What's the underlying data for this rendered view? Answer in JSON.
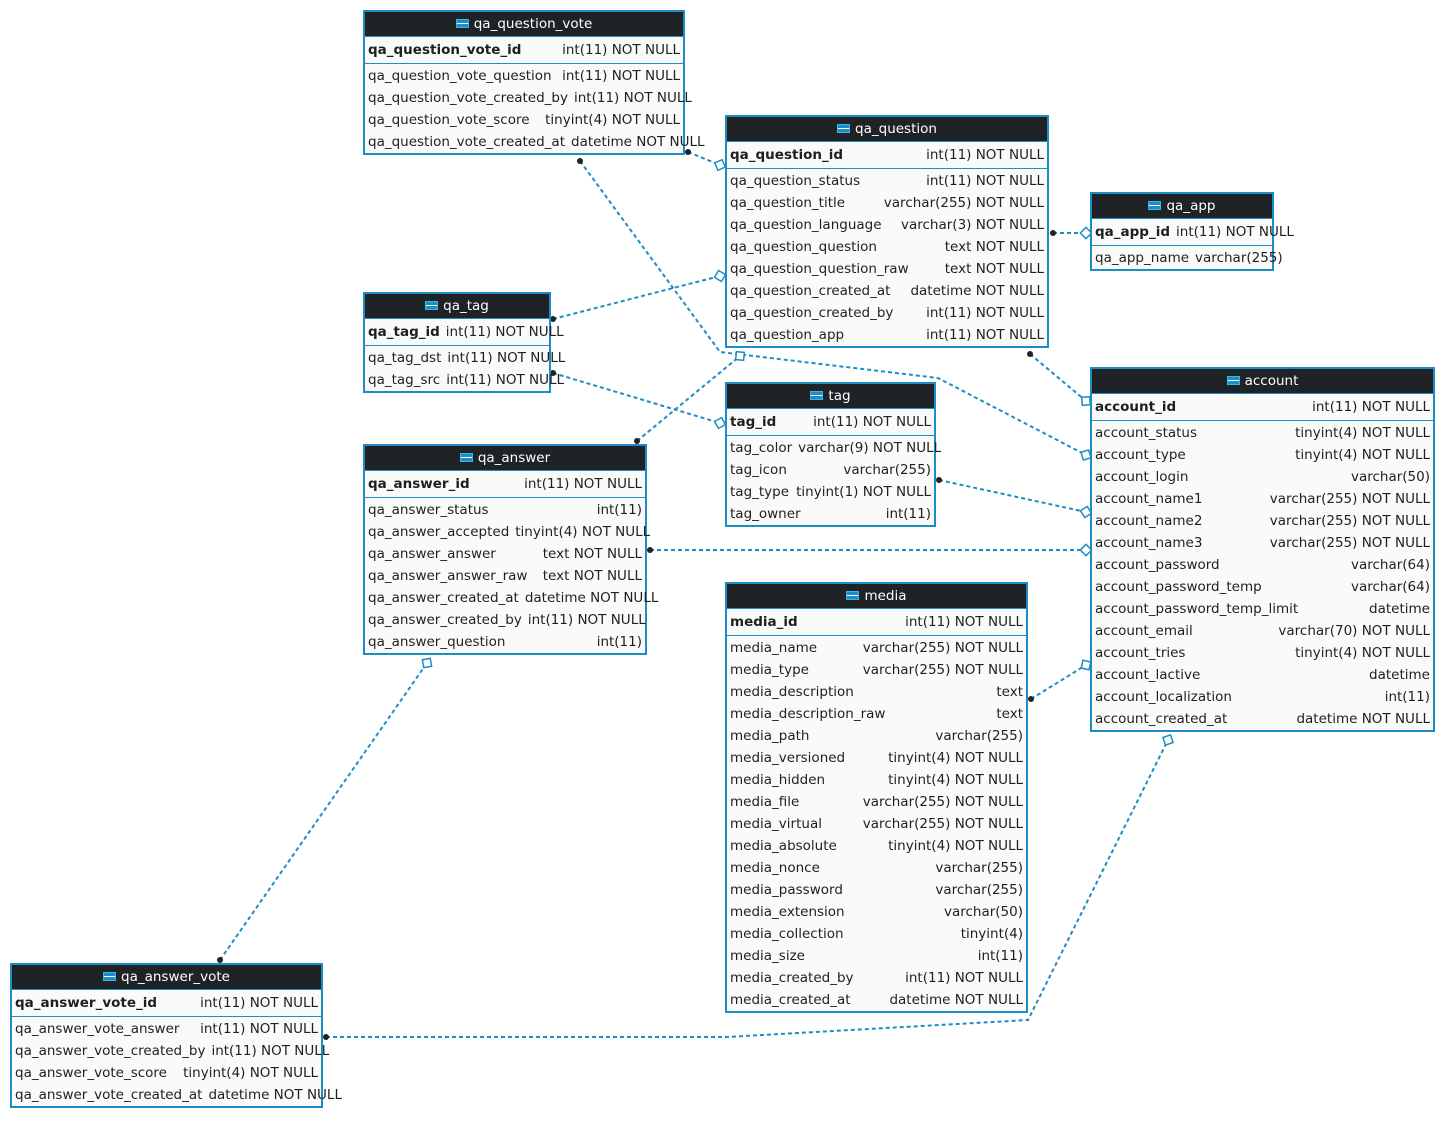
{
  "tables": {
    "qa_question_vote": {
      "name": "qa_question_vote",
      "pk": {
        "name": "qa_question_vote_id",
        "type": "int(11) NOT NULL"
      },
      "columns": [
        {
          "name": "qa_question_vote_question",
          "type": "int(11) NOT NULL"
        },
        {
          "name": "qa_question_vote_created_by",
          "type": "int(11) NOT NULL"
        },
        {
          "name": "qa_question_vote_score",
          "type": "tinyint(4) NOT NULL"
        },
        {
          "name": "qa_question_vote_created_at",
          "type": "datetime NOT NULL"
        }
      ]
    },
    "qa_question": {
      "name": "qa_question",
      "pk": {
        "name": "qa_question_id",
        "type": "int(11) NOT NULL"
      },
      "columns": [
        {
          "name": "qa_question_status",
          "type": "int(11) NOT NULL"
        },
        {
          "name": "qa_question_title",
          "type": "varchar(255) NOT NULL"
        },
        {
          "name": "qa_question_language",
          "type": "varchar(3) NOT NULL"
        },
        {
          "name": "qa_question_question",
          "type": "text NOT NULL"
        },
        {
          "name": "qa_question_question_raw",
          "type": "text NOT NULL"
        },
        {
          "name": "qa_question_created_at",
          "type": "datetime NOT NULL"
        },
        {
          "name": "qa_question_created_by",
          "type": "int(11) NOT NULL"
        },
        {
          "name": "qa_question_app",
          "type": "int(11) NOT NULL"
        }
      ]
    },
    "qa_app": {
      "name": "qa_app",
      "pk": {
        "name": "qa_app_id",
        "type": "int(11) NOT NULL"
      },
      "columns": [
        {
          "name": "qa_app_name",
          "type": "varchar(255)"
        }
      ]
    },
    "qa_tag": {
      "name": "qa_tag",
      "pk": {
        "name": "qa_tag_id",
        "type": "int(11) NOT NULL"
      },
      "columns": [
        {
          "name": "qa_tag_dst",
          "type": "int(11) NOT NULL"
        },
        {
          "name": "qa_tag_src",
          "type": "int(11) NOT NULL"
        }
      ]
    },
    "tag": {
      "name": "tag",
      "pk": {
        "name": "tag_id",
        "type": "int(11) NOT NULL"
      },
      "columns": [
        {
          "name": "tag_color",
          "type": "varchar(9) NOT NULL"
        },
        {
          "name": "tag_icon",
          "type": "varchar(255)"
        },
        {
          "name": "tag_type",
          "type": "tinyint(1) NOT NULL"
        },
        {
          "name": "tag_owner",
          "type": "int(11)"
        }
      ]
    },
    "account": {
      "name": "account",
      "pk": {
        "name": "account_id",
        "type": "int(11) NOT NULL"
      },
      "columns": [
        {
          "name": "account_status",
          "type": "tinyint(4) NOT NULL"
        },
        {
          "name": "account_type",
          "type": "tinyint(4) NOT NULL"
        },
        {
          "name": "account_login",
          "type": "varchar(50)"
        },
        {
          "name": "account_name1",
          "type": "varchar(255) NOT NULL"
        },
        {
          "name": "account_name2",
          "type": "varchar(255) NOT NULL"
        },
        {
          "name": "account_name3",
          "type": "varchar(255) NOT NULL"
        },
        {
          "name": "account_password",
          "type": "varchar(64)"
        },
        {
          "name": "account_password_temp",
          "type": "varchar(64)"
        },
        {
          "name": "account_password_temp_limit",
          "type": "datetime"
        },
        {
          "name": "account_email",
          "type": "varchar(70) NOT NULL"
        },
        {
          "name": "account_tries",
          "type": "tinyint(4) NOT NULL"
        },
        {
          "name": "account_lactive",
          "type": "datetime"
        },
        {
          "name": "account_localization",
          "type": "int(11)"
        },
        {
          "name": "account_created_at",
          "type": "datetime NOT NULL"
        }
      ]
    },
    "qa_answer": {
      "name": "qa_answer",
      "pk": {
        "name": "qa_answer_id",
        "type": "int(11) NOT NULL"
      },
      "columns": [
        {
          "name": "qa_answer_status",
          "type": "int(11)"
        },
        {
          "name": "qa_answer_accepted",
          "type": "tinyint(4) NOT NULL"
        },
        {
          "name": "qa_answer_answer",
          "type": "text NOT NULL"
        },
        {
          "name": "qa_answer_answer_raw",
          "type": "text NOT NULL"
        },
        {
          "name": "qa_answer_created_at",
          "type": "datetime NOT NULL"
        },
        {
          "name": "qa_answer_created_by",
          "type": "int(11) NOT NULL"
        },
        {
          "name": "qa_answer_question",
          "type": "int(11)"
        }
      ]
    },
    "media": {
      "name": "media",
      "pk": {
        "name": "media_id",
        "type": "int(11) NOT NULL"
      },
      "columns": [
        {
          "name": "media_name",
          "type": "varchar(255) NOT NULL"
        },
        {
          "name": "media_type",
          "type": "varchar(255) NOT NULL"
        },
        {
          "name": "media_description",
          "type": "text"
        },
        {
          "name": "media_description_raw",
          "type": "text"
        },
        {
          "name": "media_path",
          "type": "varchar(255)"
        },
        {
          "name": "media_versioned",
          "type": "tinyint(4) NOT NULL"
        },
        {
          "name": "media_hidden",
          "type": "tinyint(4) NOT NULL"
        },
        {
          "name": "media_file",
          "type": "varchar(255) NOT NULL"
        },
        {
          "name": "media_virtual",
          "type": "varchar(255) NOT NULL"
        },
        {
          "name": "media_absolute",
          "type": "tinyint(4) NOT NULL"
        },
        {
          "name": "media_nonce",
          "type": "varchar(255)"
        },
        {
          "name": "media_password",
          "type": "varchar(255)"
        },
        {
          "name": "media_extension",
          "type": "varchar(50)"
        },
        {
          "name": "media_collection",
          "type": "tinyint(4)"
        },
        {
          "name": "media_size",
          "type": "int(11)"
        },
        {
          "name": "media_created_by",
          "type": "int(11) NOT NULL"
        },
        {
          "name": "media_created_at",
          "type": "datetime NOT NULL"
        }
      ]
    },
    "qa_answer_vote": {
      "name": "qa_answer_vote",
      "pk": {
        "name": "qa_answer_vote_id",
        "type": "int(11) NOT NULL"
      },
      "columns": [
        {
          "name": "qa_answer_vote_answer",
          "type": "int(11) NOT NULL"
        },
        {
          "name": "qa_answer_vote_created_by",
          "type": "int(11) NOT NULL"
        },
        {
          "name": "qa_answer_vote_score",
          "type": "tinyint(4) NOT NULL"
        },
        {
          "name": "qa_answer_vote_created_at",
          "type": "datetime NOT NULL"
        }
      ]
    }
  },
  "colors": {
    "header_bg": "#1f2326",
    "border": "#1e8dc4",
    "link": "#1e8dc4",
    "table_bg": "#fafafa"
  },
  "icons": {
    "table_header": "table-icon"
  }
}
